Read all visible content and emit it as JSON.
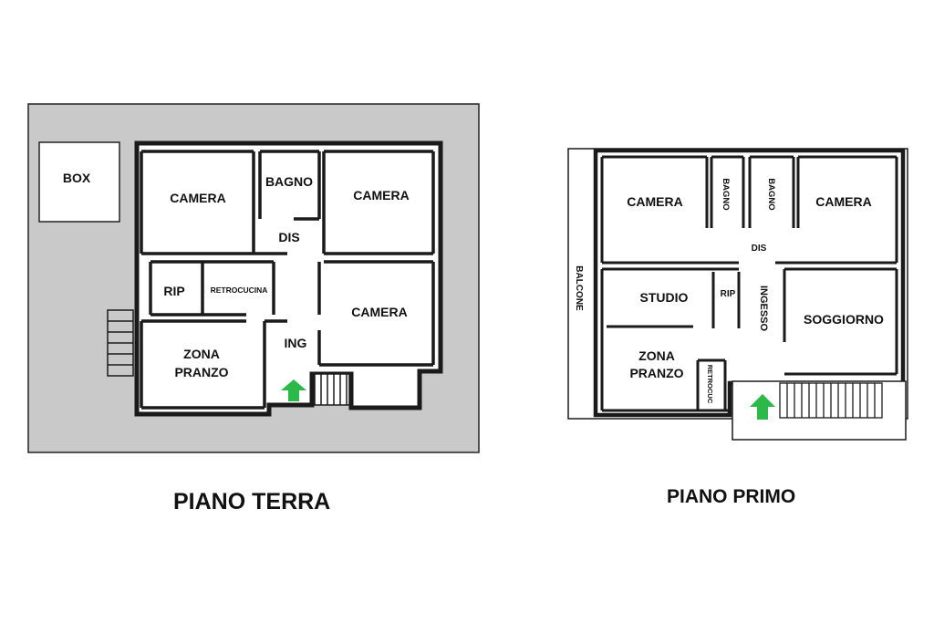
{
  "floors": [
    {
      "caption": "PIANO TERRA",
      "rooms": [
        {
          "label": "BOX"
        },
        {
          "label": "CAMERA"
        },
        {
          "label": "BAGNO"
        },
        {
          "label": "CAMERA"
        },
        {
          "label": "DIS"
        },
        {
          "label": "RIP"
        },
        {
          "label": "RETROCUCINA"
        },
        {
          "label": "CAMERA"
        },
        {
          "label": "ING"
        },
        {
          "label": "ZONA"
        },
        {
          "label": "PRANZO"
        }
      ]
    },
    {
      "caption": "PIANO PRIMO",
      "rooms": [
        {
          "label": "CAMERA"
        },
        {
          "label": "BAGNO"
        },
        {
          "label": "BAGNO"
        },
        {
          "label": "CAMERA"
        },
        {
          "label": "DIS"
        },
        {
          "label": "BALCONE"
        },
        {
          "label": "STUDIO"
        },
        {
          "label": "RIP"
        },
        {
          "label": "INGESSO"
        },
        {
          "label": "SOGGIORNO"
        },
        {
          "label": "ZONA"
        },
        {
          "label": "PRANZO"
        },
        {
          "label": "RETROCUC"
        }
      ]
    }
  ],
  "colors": {
    "ground_fill": "#c9c9c9",
    "wall": "#1a1a1a",
    "room_fill": "#ffffff",
    "entrance_arrow": "#2db84a"
  }
}
